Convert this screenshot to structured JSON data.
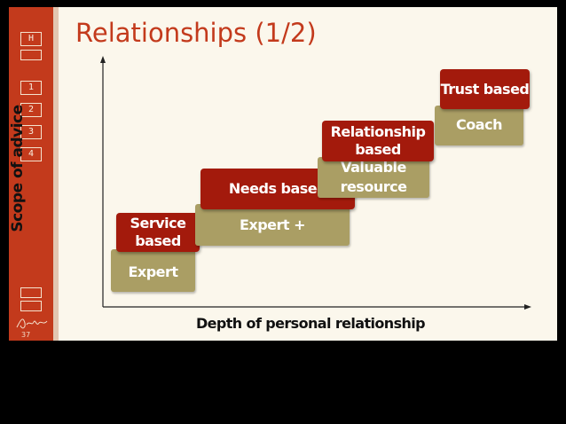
{
  "slide": {
    "title": "Relationships (1/2)",
    "page_number": "37"
  },
  "nav": {
    "buttons": [
      "H",
      "1",
      "2",
      "3",
      "4"
    ]
  },
  "diagram": {
    "y_axis_label": "Scope of advice",
    "x_axis_label": "Depth of personal relationship",
    "steps": [
      {
        "level": "Expert",
        "type": "Service based"
      },
      {
        "level": "Expert +",
        "type": "Needs based"
      },
      {
        "level": "Valuable resource",
        "type": "Relationship based"
      },
      {
        "level": "Coach",
        "type": "Trust based"
      }
    ]
  },
  "colors": {
    "accent": "#c33a1c",
    "step_tan": "#aa9e64",
    "label_red": "#a31a0c"
  }
}
